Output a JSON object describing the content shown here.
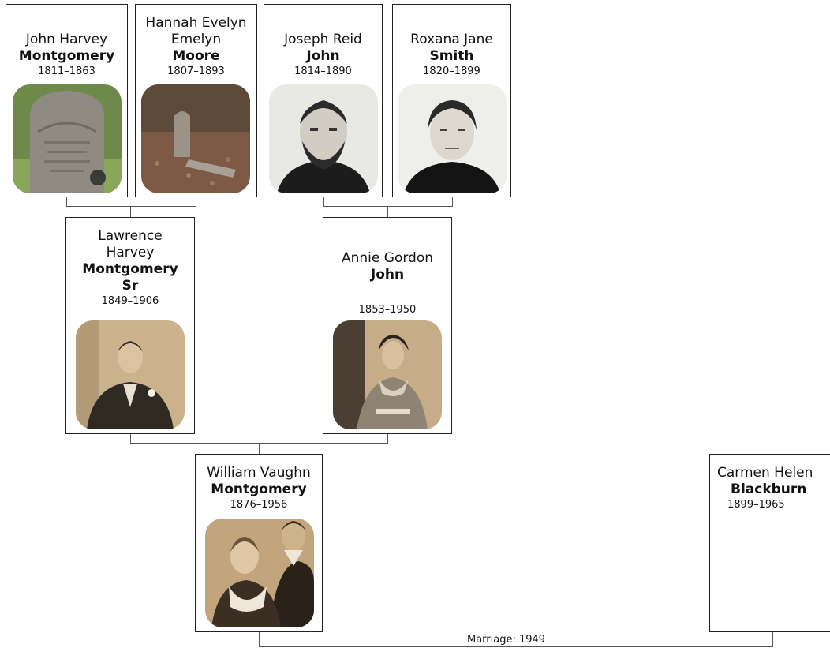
{
  "people": {
    "p1": {
      "given": "John Harvey",
      "surname": "Montgomery",
      "dates": "1811–1863",
      "photo": "gravestone-photo"
    },
    "p2": {
      "given": "Hannah Evelyn Emelyn",
      "surname": "Moore",
      "dates": "1807–1893",
      "photo": "grave-marker-photo"
    },
    "p3": {
      "given": "Joseph Reid",
      "surname": "John",
      "dates": "1814–1890",
      "photo": "bearded-man-portrait"
    },
    "p4": {
      "given": "Roxana Jane",
      "surname": "Smith",
      "dates": "1820–1899",
      "photo": "woman-portrait"
    },
    "p5": {
      "given": "Lawrence Harvey",
      "surname": "Montgomery Sr",
      "dates": "1849–1906",
      "photo": "man-in-suit-photo"
    },
    "p6": {
      "given": "Annie Gordon",
      "surname": "John",
      "dates": "1853–1950",
      "photo": "seated-woman-photo"
    },
    "p7": {
      "given": "William Vaughn",
      "surname": "Montgomery",
      "dates": "1876–1956",
      "photo": "child-and-man-photo"
    },
    "p8": {
      "given": "Carmen Helen",
      "surname": "Blackburn",
      "dates": "1899–1965"
    }
  },
  "marriage": {
    "label": "Marriage: 1949"
  },
  "colors": {
    "border": "#222222",
    "connector": "#555555",
    "sepia": "#c8b08a"
  }
}
